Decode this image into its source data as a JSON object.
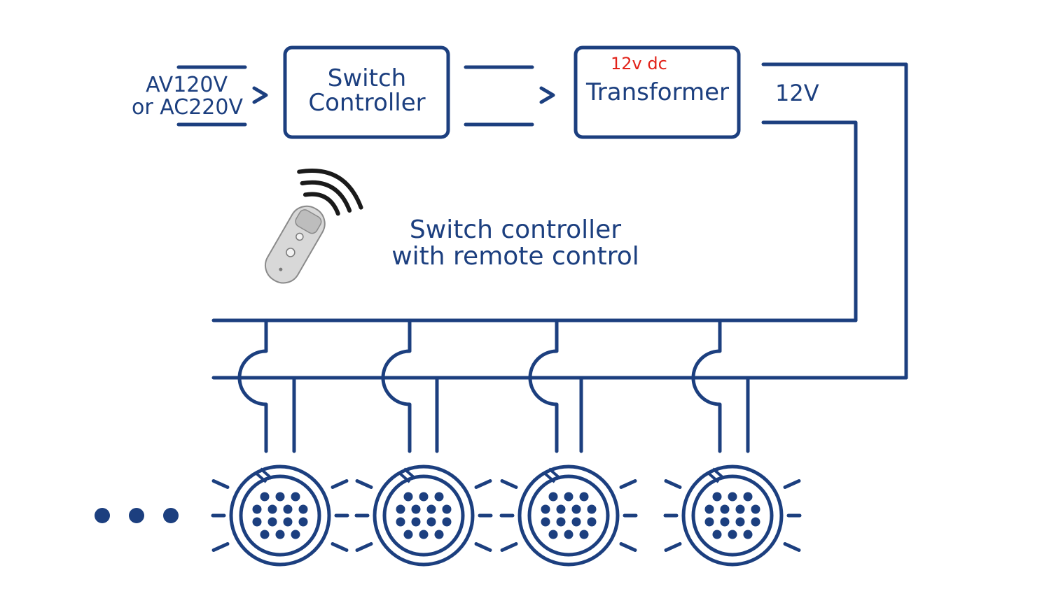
{
  "input": {
    "line1": "AV120V",
    "line2": "or AC220V"
  },
  "switch_controller_box": {
    "line1": "Switch",
    "line2": "Controller"
  },
  "transformer_box": {
    "title": "Transformer",
    "note": "12v dc"
  },
  "output": {
    "voltage": "12V"
  },
  "remote": {
    "caption_line1": "Switch controller",
    "caption_line2": "with remote control"
  },
  "light_count": 4,
  "colors": {
    "line": "#1c3f7f",
    "accent_text": "#e2231a",
    "background": "#ffffff"
  }
}
